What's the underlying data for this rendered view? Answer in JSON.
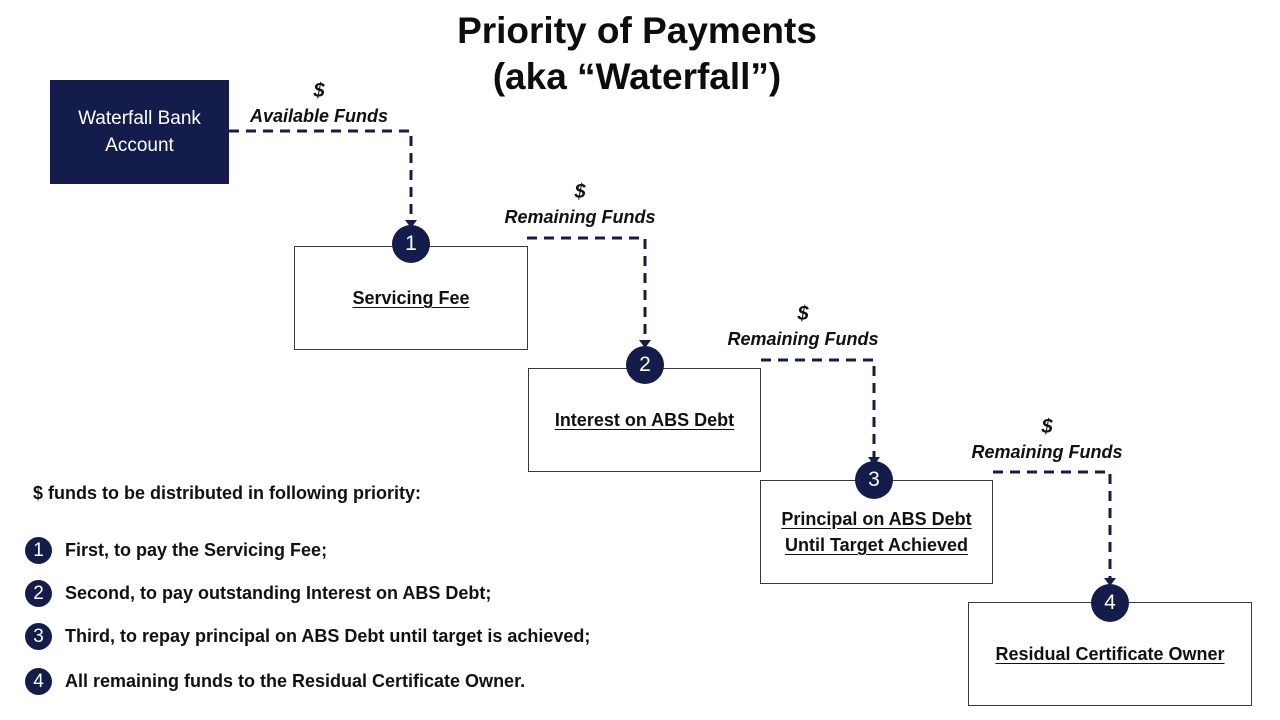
{
  "title": {
    "line1": "Priority of Payments",
    "line2": "(aka “Waterfall”)"
  },
  "source": {
    "line1": "Waterfall Bank",
    "line2": "Account"
  },
  "flows": [
    {
      "symbol": "$",
      "label": "Available Funds"
    },
    {
      "symbol": "$",
      "label": "Remaining Funds"
    },
    {
      "symbol": "$",
      "label": "Remaining Funds"
    },
    {
      "symbol": "$",
      "label": "Remaining Funds"
    }
  ],
  "steps": [
    {
      "number": "1",
      "label": "Servicing Fee"
    },
    {
      "number": "2",
      "label": "Interest on ABS Debt"
    },
    {
      "number": "3",
      "label": "Principal on ABS Debt\nUntil Target Achieved"
    },
    {
      "number": "4",
      "label": "Residual Certificate Owner"
    }
  ],
  "priority_list": {
    "heading": "$ funds to be distributed in following priority:",
    "items": [
      {
        "number": "1",
        "text": "First, to pay the Servicing Fee;"
      },
      {
        "number": "2",
        "text": "Second, to pay outstanding Interest on ABS Debt;"
      },
      {
        "number": "3",
        "text": "Third, to repay principal on ABS Debt until target is achieved;"
      },
      {
        "number": "4",
        "text": "All remaining funds to the Residual Certificate Owner."
      }
    ]
  },
  "colors": {
    "navy": "#141c4b",
    "box_border": "#3a3a3a",
    "text": "#111111"
  }
}
